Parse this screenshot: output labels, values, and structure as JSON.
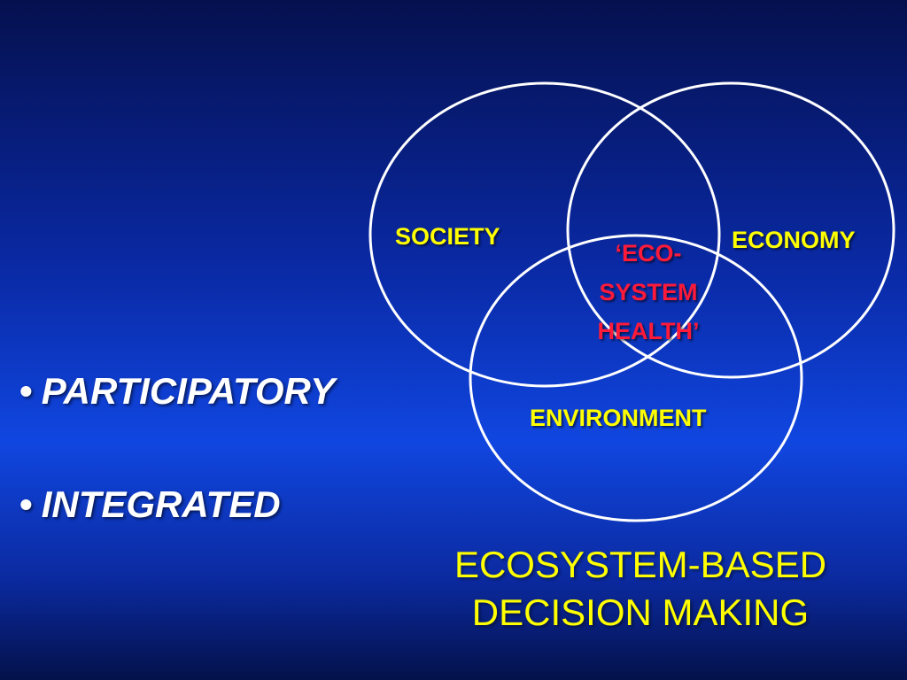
{
  "venn": {
    "society": "SOCIETY",
    "economy": "ECONOMY",
    "environment": "ENVIRONMENT",
    "center": [
      "‘ECO-",
      "SYSTEM",
      "HEALTH’"
    ]
  },
  "bullets": [
    "PARTICIPATORY",
    "INTEGRATED"
  ],
  "footer": {
    "line1": "ECOSYSTEM-BASED",
    "line2": "DECISION MAKING"
  },
  "colors": {
    "background": "#0a2aa6",
    "label_yellow": "#ffff00",
    "center_red": "#ff1a3a",
    "circle_stroke": "#ffffff",
    "bullet_text": "#ffffff"
  }
}
